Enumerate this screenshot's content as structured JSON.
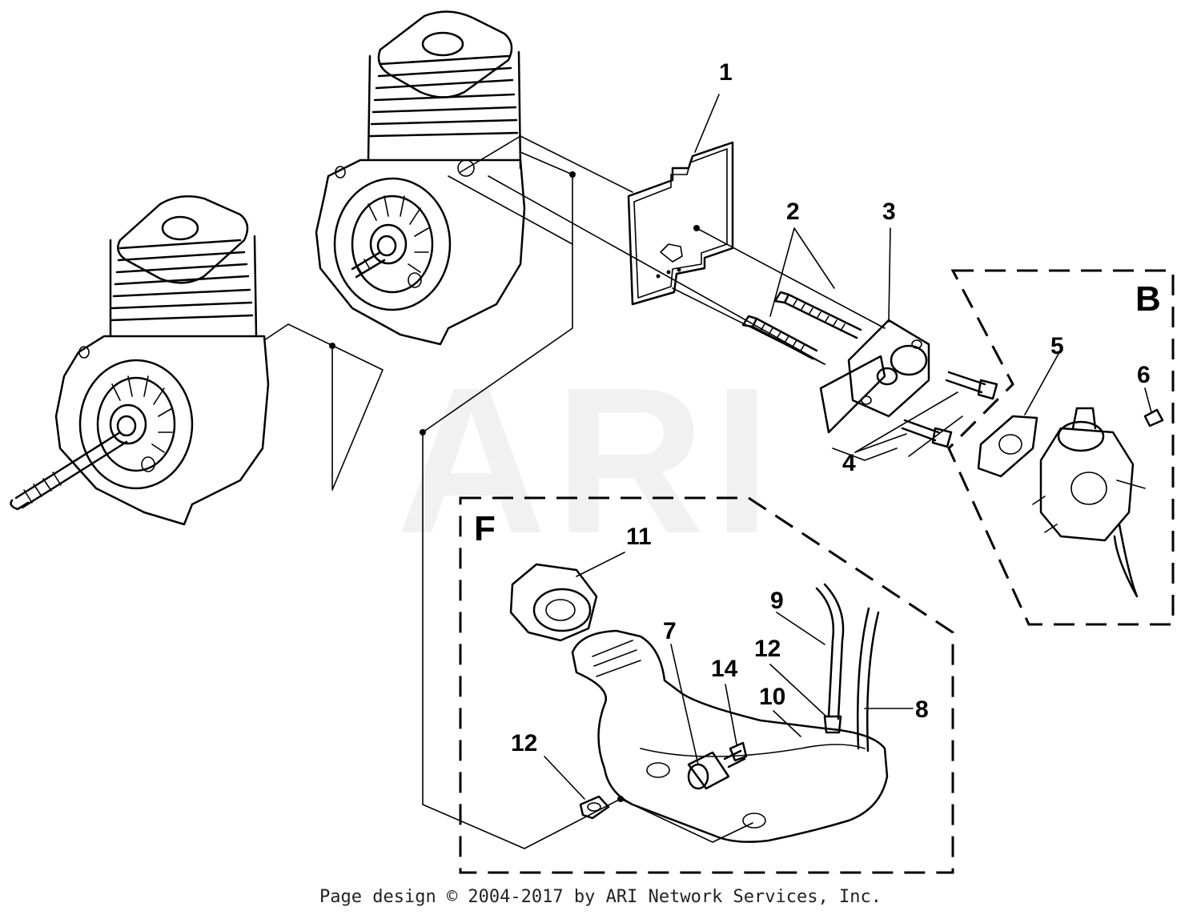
{
  "watermark": "ARI",
  "group_labels": {
    "box_b": "B",
    "box_f": "F"
  },
  "callouts": [
    "1",
    "2",
    "3",
    "4",
    "5",
    "6",
    "7",
    "8",
    "9",
    "10",
    "11",
    "12",
    "14"
  ],
  "callout_12_second": "12",
  "footer": "Page design © 2004-2017 by ARI Network Services, Inc."
}
